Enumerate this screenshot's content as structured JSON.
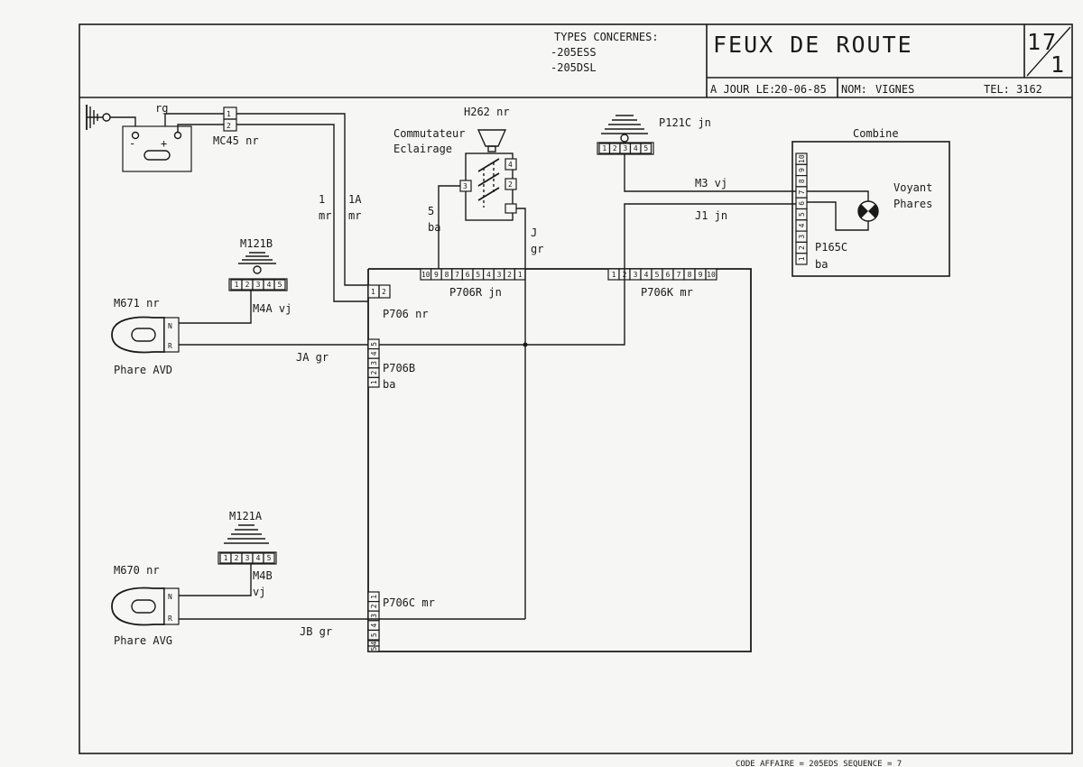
{
  "header": {
    "types_title": "TYPES CONCERNES:",
    "types_1": "-205ESS",
    "types_2": "-205DSL",
    "title": "FEUX DE ROUTE",
    "sheet_top": "17",
    "sheet_bottom": "1",
    "update_label": "A JOUR LE:",
    "update_date": "20-06-85",
    "name_label": "NOM:",
    "name_value": "VIGNES",
    "tel_label": "TEL:",
    "tel_value": "3162"
  },
  "footer": {
    "code": "CODE AFFAIRE = 205EDS SEQUENCE = 7"
  },
  "components": {
    "battery_wire": "rg",
    "mc45": "MC45 nr",
    "mc45_pins": [
      "1",
      "2"
    ],
    "h262": "H262 nr",
    "commutateur_1": "Commutateur",
    "commutateur_2": "Eclairage",
    "p121c": "P121C jn",
    "p121c_pins": [
      "1",
      "2",
      "3",
      "4",
      "5"
    ],
    "combine": "Combine",
    "voyant_1": "Voyant",
    "voyant_2": "Phares",
    "p165c_1": "P165C",
    "p165c_2": "ba",
    "p165c_pins": [
      "10",
      "9",
      "8",
      "7",
      "6",
      "5",
      "4",
      "3",
      "2",
      "1"
    ],
    "m121b": "M121B",
    "m121a": "M121A",
    "connector5_pins": [
      "1",
      "2",
      "3",
      "4",
      "5"
    ],
    "m671": "M671 nr",
    "phare_avd": "Phare AVD",
    "m670": "M670 nr",
    "phare_avg": "Phare AVG",
    "headlamp_pins": [
      "N",
      "R"
    ],
    "p706": "P706 nr",
    "p706_pins": [
      "1",
      "2"
    ],
    "p706r": "P706R jn",
    "p706r_pins": [
      "10",
      "9",
      "8",
      "7",
      "6",
      "5",
      "4",
      "3",
      "2",
      "1"
    ],
    "p706k": "P706K mr",
    "p706k_pins": [
      "1",
      "2",
      "3",
      "4",
      "5",
      "6",
      "7",
      "8",
      "9",
      "10"
    ],
    "p706b_1": "P706B",
    "p706b_2": "ba",
    "p706b_pins": [
      "5",
      "4",
      "3",
      "2",
      "1"
    ],
    "p706c": "P706C mr",
    "p706c_pins": [
      "1",
      "2",
      "3",
      "4",
      "5"
    ],
    "h262_pins": [
      "3",
      "4",
      "2"
    ]
  },
  "wires": {
    "w1_a": "1",
    "w1_b": "mr",
    "w1a_a": "1A",
    "w1a_b": "mr",
    "w5_a": "5",
    "w5_b": "ba",
    "wj_a": "J",
    "wj_b": "gr",
    "m3": "M3 vj",
    "j1": "J1 jn",
    "m4a": "M4A vj",
    "ja": "JA gr",
    "m4b_a": "M4B",
    "m4b_b": "vj",
    "jb": "JB gr"
  }
}
